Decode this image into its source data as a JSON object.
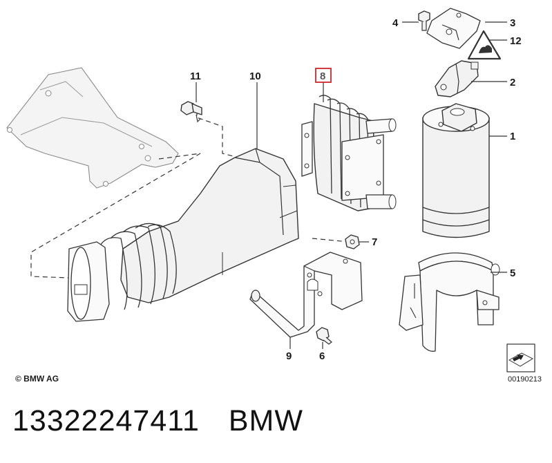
{
  "diagram": {
    "callouts": [
      {
        "id": "1",
        "label": "1"
      },
      {
        "id": "2",
        "label": "2"
      },
      {
        "id": "3",
        "label": "3"
      },
      {
        "id": "4",
        "label": "4"
      },
      {
        "id": "5",
        "label": "5"
      },
      {
        "id": "6",
        "label": "6"
      },
      {
        "id": "7",
        "label": "7"
      },
      {
        "id": "8",
        "label": "8",
        "highlighted": true
      },
      {
        "id": "9",
        "label": "9"
      },
      {
        "id": "10",
        "label": "10"
      },
      {
        "id": "11",
        "label": "11"
      },
      {
        "id": "12",
        "label": "12"
      }
    ],
    "copyright": "© BMW AG",
    "diagram_code": "00190213",
    "highlight_color": "#d0262a"
  },
  "caption": {
    "part_number": "13322247411",
    "brand": "BMW"
  }
}
